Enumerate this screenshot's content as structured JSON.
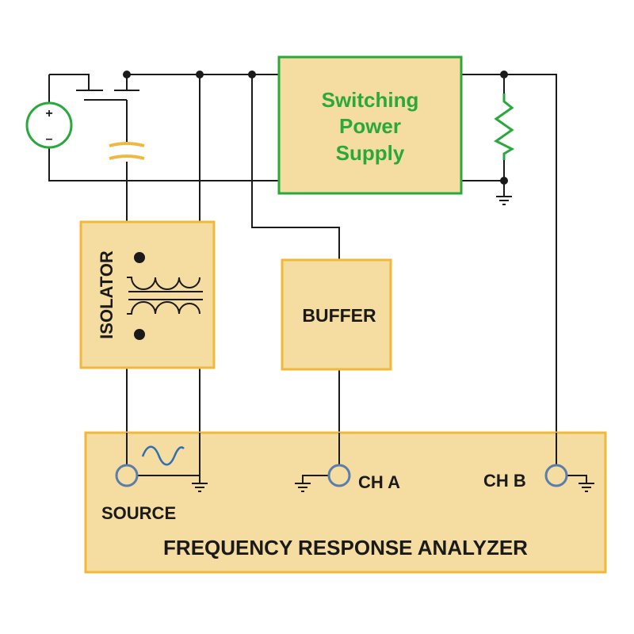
{
  "blocks": {
    "smps": [
      "Switching",
      "Power",
      "Supply"
    ],
    "isolator": "ISOLATOR",
    "buffer": "BUFFER",
    "analyzer": "FREQUENCY RESPONSE ANALYZER"
  },
  "ports": {
    "source": "SOURCE",
    "ch_a": "CH A",
    "ch_b": "CH B"
  },
  "dc_source": {
    "plus": "+",
    "minus": "–"
  },
  "colors": {
    "block_fill": "#f5dca0",
    "block_border": "#f0b93c",
    "smps_border": "#29a83c",
    "wire": "#1a1a1a",
    "port": "#5b7dab",
    "sine": "#2f6fb3",
    "capacitor": "#f0b93c"
  }
}
